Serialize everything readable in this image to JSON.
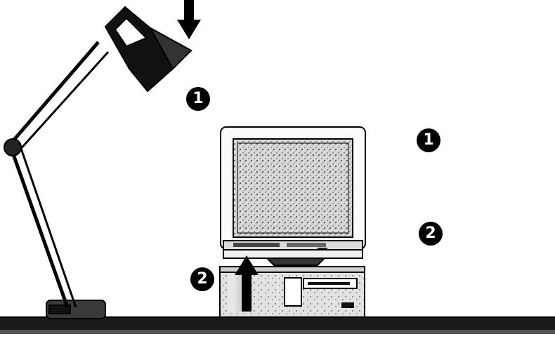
{
  "markers": {
    "lamp_label": "1",
    "monitor_right_label_1": "1",
    "monitor_right_label_2": "2",
    "computer_left_label": "2"
  },
  "icons": {
    "down_arrow": "down-arrow-icon",
    "up_arrow": "up-arrow-icon"
  },
  "colors": {
    "ink": "#000000",
    "paper": "#ffffff",
    "shade": "#6b6b6b"
  }
}
